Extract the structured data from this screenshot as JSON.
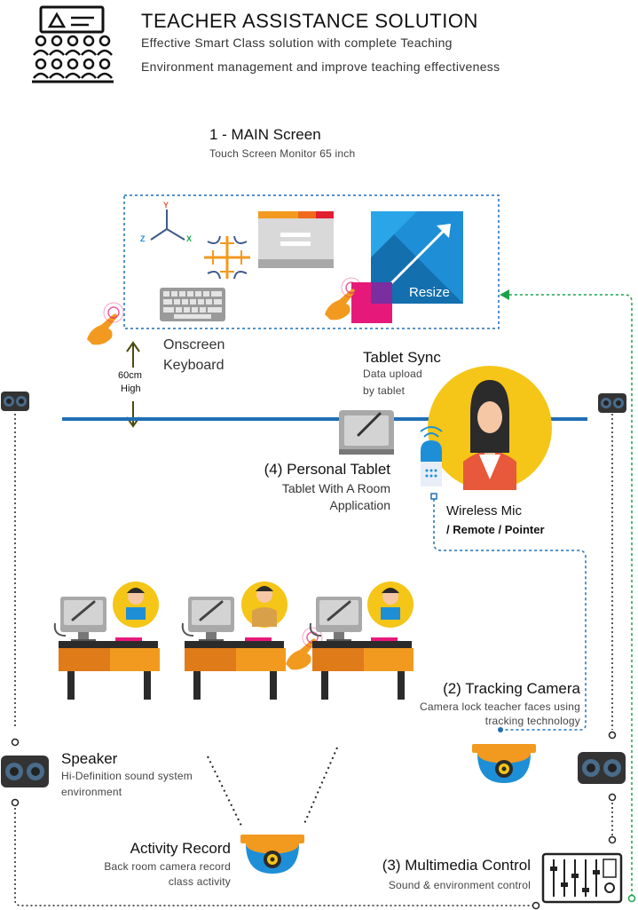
{
  "header": {
    "title": "TEACHER ASSISTANCE SOLUTION",
    "subtitle_line1": "Effective Smart Class solution with complete Teaching",
    "subtitle_line2": "Environment management and improve teaching effectiveness"
  },
  "main_screen": {
    "title": "1 - MAIN Screen",
    "subtitle": "Touch Screen Monitor 65 inch",
    "axis_labels": {
      "y": "Y",
      "z": "Z",
      "x": "X"
    },
    "resize_label": "Resize"
  },
  "onscreen_keyboard": {
    "line1": "Onscreen",
    "line2": "Keyboard"
  },
  "height_marker": {
    "line1": "60cm",
    "line2": "High"
  },
  "tablet_sync": {
    "title": "Tablet Sync",
    "line1": "Data upload",
    "line2": "by tablet"
  },
  "personal_tablet": {
    "title": "(4) Personal Tablet",
    "line1": "Tablet With A Room",
    "line2": "Application"
  },
  "wireless_mic": {
    "line1": "Wireless Mic",
    "line2": "/ Remote / Pointer"
  },
  "tracking_camera": {
    "title": "(2) Tracking Camera",
    "line1": "Camera lock teacher faces using",
    "line2": "tracking technology"
  },
  "speaker": {
    "title": "Speaker",
    "line1": "Hi-Definition sound system",
    "line2": "environment"
  },
  "activity_record": {
    "title": "Activity Record",
    "line1": "Back room camera record",
    "line2": "class activity"
  },
  "multimedia_control": {
    "title": "(3) Multimedia Control",
    "line1": "Sound & environment control"
  },
  "colors": {
    "blue_line": "#1f6fb5",
    "dotted_blue": "#1f6fb5",
    "dotted_green": "#1aa34a",
    "orange": "#f29a1f",
    "yellow": "#f5c518",
    "pink": "#e6197a",
    "red_jacket": "#e8583a"
  },
  "icons": [
    "classroom-icon",
    "axis-icon",
    "crosshair-icon",
    "window-icon",
    "resize-icon",
    "keyboard-icon",
    "touch-hand-icon",
    "teacher-icon",
    "tablet-pen-icon",
    "wireless-mic-icon",
    "student-desk-icon",
    "dome-camera-icon",
    "speaker-icon",
    "mixer-icon"
  ]
}
